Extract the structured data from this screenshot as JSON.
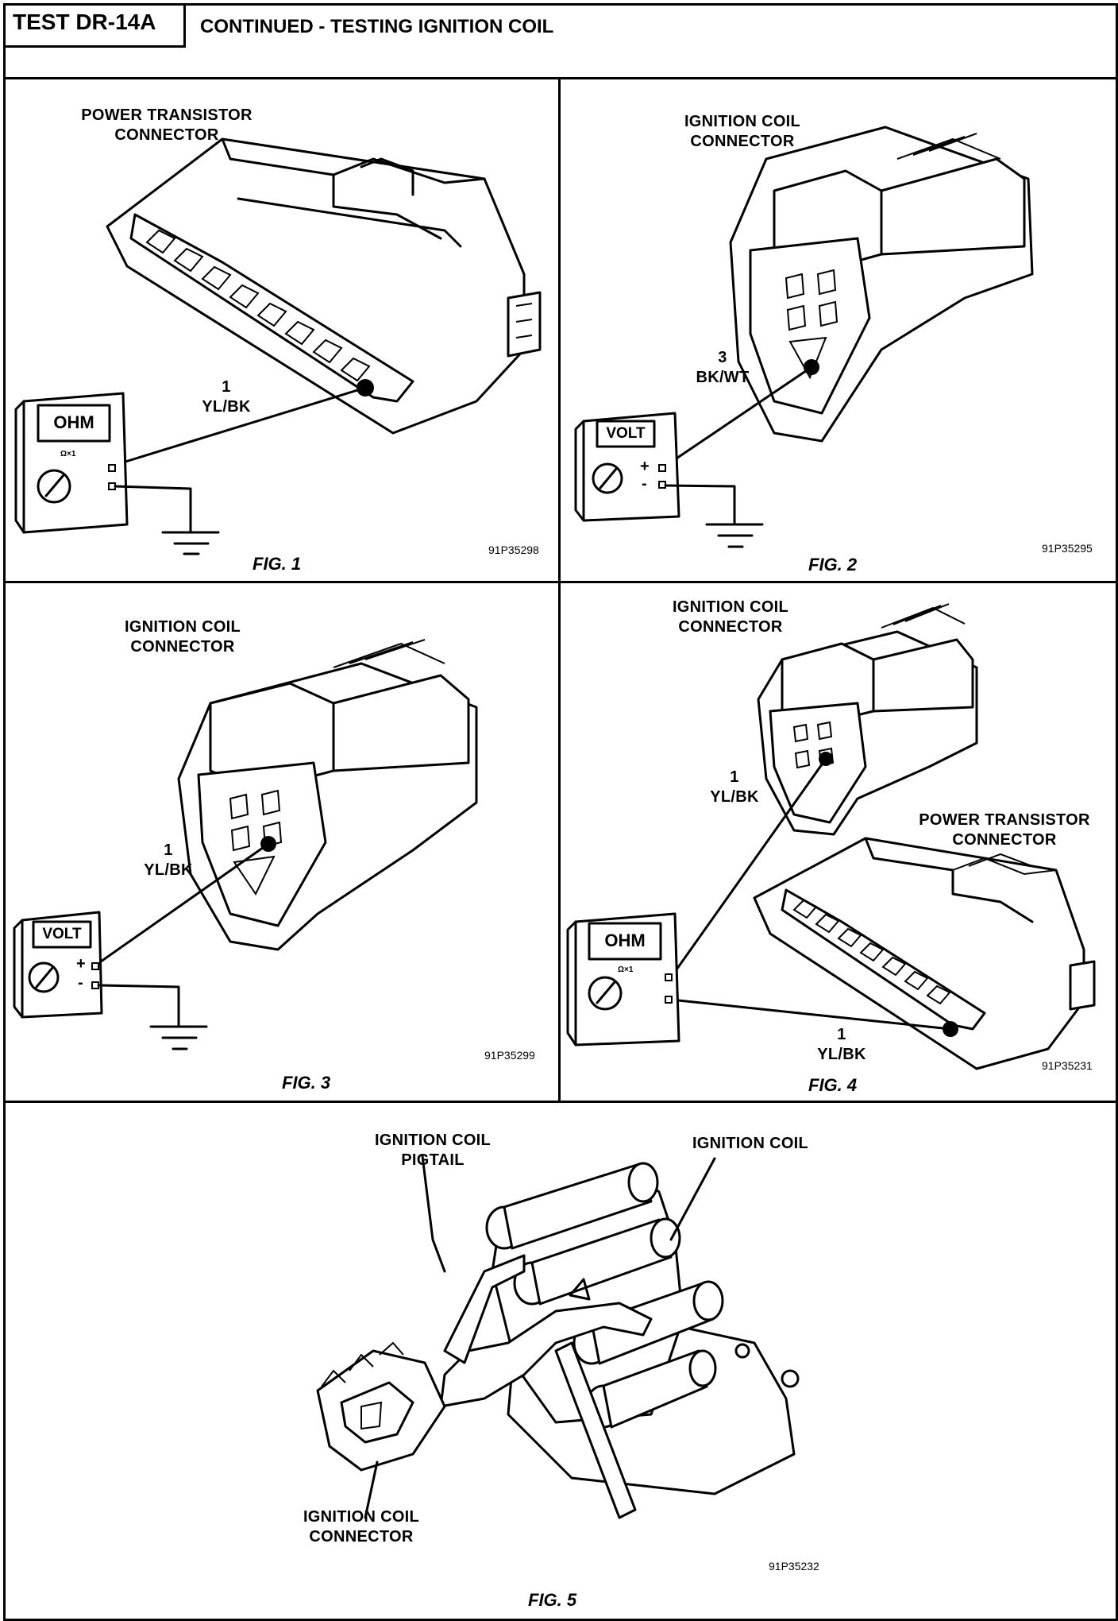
{
  "header": {
    "test_id": "TEST DR-14A",
    "title": "CONTINUED - TESTING IGNITION COIL"
  },
  "figures": [
    {
      "caption": "FIG. 1",
      "code": "91P35298",
      "connector_label": [
        "POWER TRANSISTOR",
        "CONNECTOR"
      ],
      "pin_label": [
        "1",
        "YL/BK"
      ],
      "meter": {
        "display": "OHM",
        "range": "Ω×1"
      }
    },
    {
      "caption": "FIG. 2",
      "code": "91P35295",
      "connector_label": [
        "IGNITION COIL",
        "CONNECTOR"
      ],
      "pin_label": [
        "3",
        "BK/WT"
      ],
      "meter": {
        "display": "VOLT",
        "plus": "+",
        "minus": "-"
      }
    },
    {
      "caption": "FIG. 3",
      "code": "91P35299",
      "connector_label": [
        "IGNITION COIL",
        "CONNECTOR"
      ],
      "pin_label": [
        "1",
        "YL/BK"
      ],
      "meter": {
        "display": "VOLT",
        "plus": "+",
        "minus": "-"
      }
    },
    {
      "caption": "FIG. 4",
      "code": "91P35231",
      "connector_label": [
        "IGNITION COIL",
        "CONNECTOR"
      ],
      "connector_label_2": [
        "POWER TRANSISTOR",
        "CONNECTOR"
      ],
      "pin_label": [
        "1",
        "YL/BK"
      ],
      "pin_label_2": [
        "1",
        "YL/BK"
      ],
      "meter": {
        "display": "OHM",
        "range": "Ω×1"
      }
    },
    {
      "caption": "FIG. 5",
      "code": "91P35232",
      "labels": {
        "pigtail": [
          "IGNITION COIL",
          "PIGTAIL"
        ],
        "coil": "IGNITION COIL",
        "connector": [
          "IGNITION COIL",
          "CONNECTOR"
        ]
      }
    }
  ]
}
